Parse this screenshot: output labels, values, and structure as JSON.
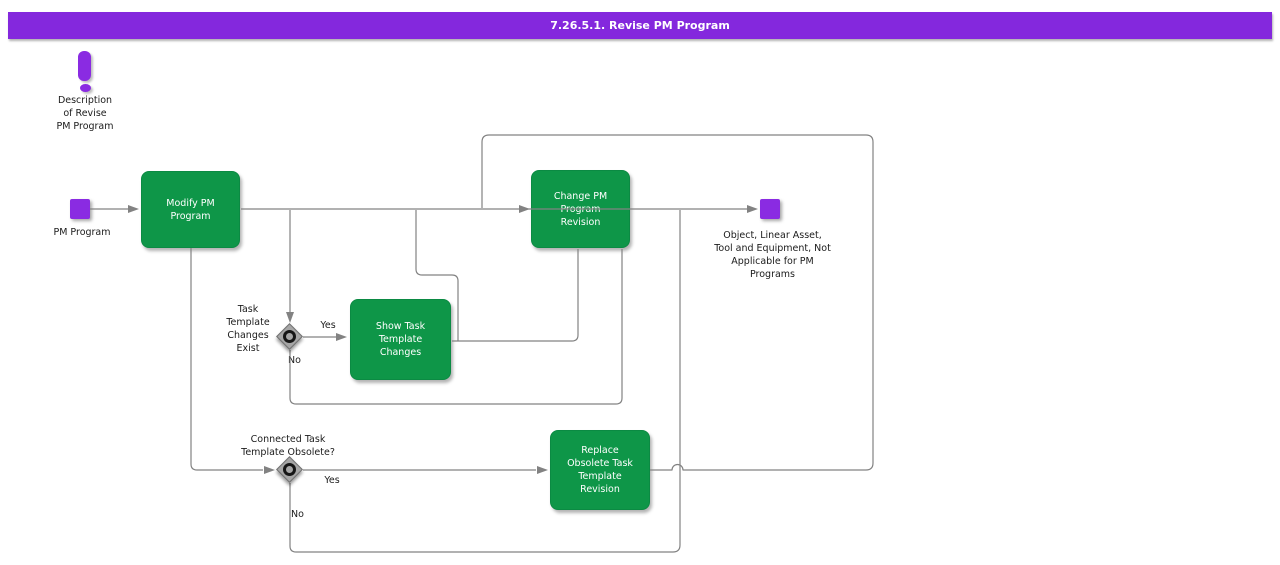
{
  "title": "7.26.5.1. Revise PM Program",
  "note": {
    "label": "Description\nof Revise\nPM Program"
  },
  "start": {
    "label": "PM Program"
  },
  "end": {
    "label": "Object, Linear Asset,\nTool and Equipment, Not\nApplicable for PM\nPrograms"
  },
  "tasks": {
    "modify": "Modify PM\nProgram",
    "change": "Change PM\nProgram\nRevision",
    "show": "Show Task\nTemplate\nChanges",
    "replace": "Replace\nObsolete Task\nTemplate\nRevision"
  },
  "gateways": {
    "gw1": {
      "label": "Task\nTemplate\nChanges\nExist",
      "yes": "Yes",
      "no": "No"
    },
    "gw2": {
      "label": "Connected Task\nTemplate Obsolete?",
      "yes": "Yes",
      "no": "No"
    }
  },
  "colors": {
    "title_bar": "#8428dd",
    "event_purple": "#8a2be2",
    "task_green": "#0e9648",
    "connector_gray": "#828282",
    "gateway_gray": "#a6a6a6"
  }
}
